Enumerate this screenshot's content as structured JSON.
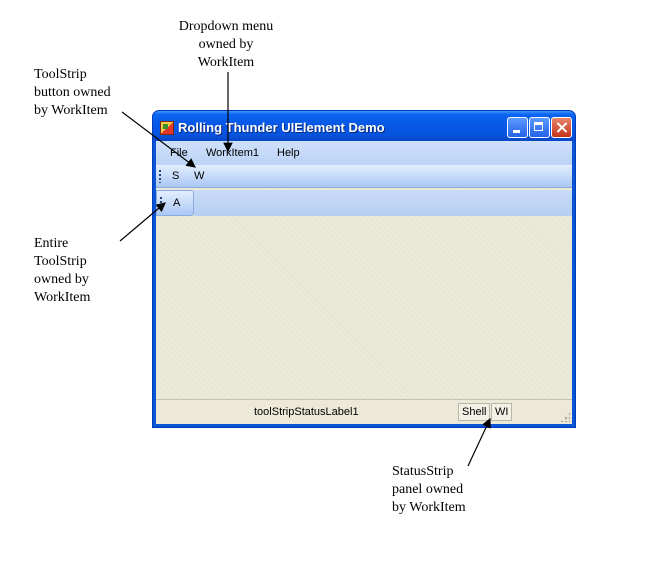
{
  "annotations": {
    "dropdown": "Dropdown menu\nowned by\nWorkItem",
    "toolstrip_button": "ToolStrip\nbutton owned\nby WorkItem",
    "entire_toolstrip": "Entire\nToolStrip\nowned by\nWorkItem",
    "statusstrip_panel": "StatusStrip\npanel owned\nby WorkItem"
  },
  "window": {
    "title": "Rolling Thunder UIElement Demo",
    "menu": [
      "File",
      "WorkItem1",
      "Help"
    ],
    "toolstrip1": [
      "S",
      "W"
    ],
    "toolstrip2": [
      "A"
    ],
    "status": {
      "label": "toolStripStatusLabel1",
      "panels": [
        "Shell",
        "WI"
      ]
    }
  },
  "colors": {
    "titlebar": "#0756e6",
    "client_background": "#ece9d8",
    "toolstrip": "#c4d9f9"
  }
}
